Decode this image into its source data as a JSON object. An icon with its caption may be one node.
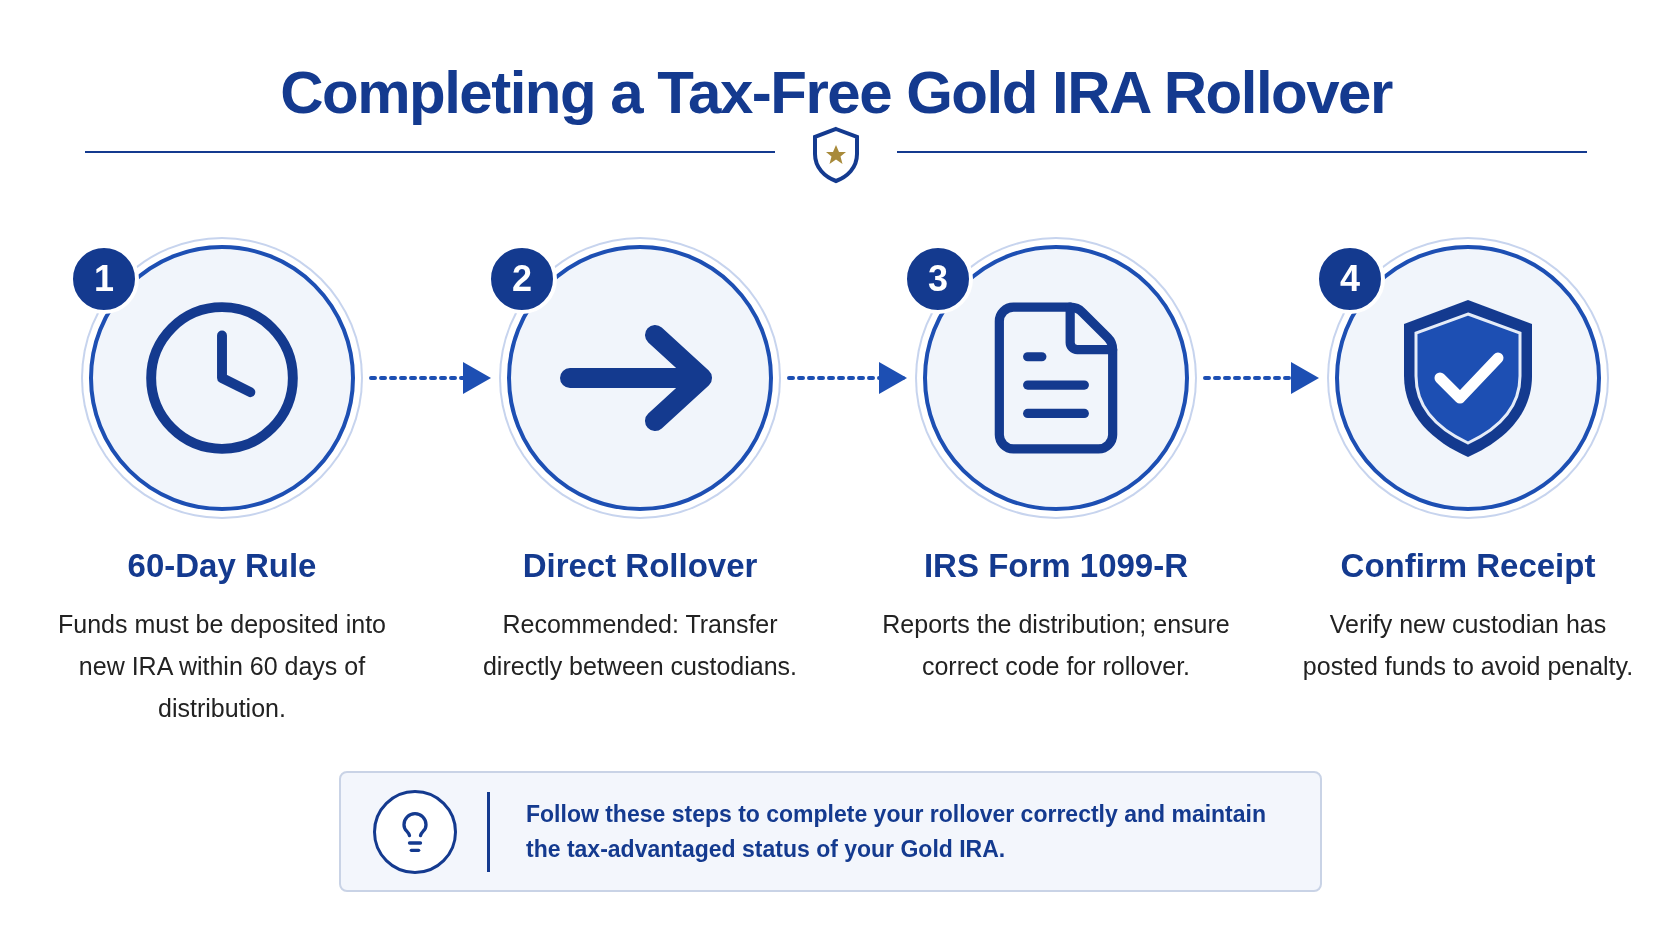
{
  "diagram": {
    "title": "Completing a Tax-Free Gold IRA Rollover",
    "nodes": [
      {
        "text": [
          "60-Day Rule",
          "Funds must be deposited into new IRA within 60 days of distribution."
        ]
      },
      {
        "text": [
          "Direct Rollover",
          "Recommended: Transfer directly between custodians."
        ]
      },
      {
        "text": [
          "IRS Form 1099-R",
          "Reports the distribution; ensure correct code for rollover."
        ]
      },
      {
        "text": [
          "Confirm Receipt",
          "Verify new custodian has posted funds to avoid penalty."
        ]
      },
      {
        "text": [
          "Follow these steps to complete your rollover correctly and maintain the tax-advantaged status of your Gold IRA."
        ]
      }
    ],
    "edges": [
      {
        "from": 0,
        "to": 1,
        "arrow": "to",
        "style": "dashed"
      },
      {
        "from": 1,
        "to": 2,
        "arrow": "to",
        "style": "dashed"
      },
      {
        "from": 2,
        "to": 3,
        "arrow": "to",
        "style": "dashed"
      }
    ],
    "labels": [
      "1",
      "2",
      "3",
      "4"
    ]
  }
}
